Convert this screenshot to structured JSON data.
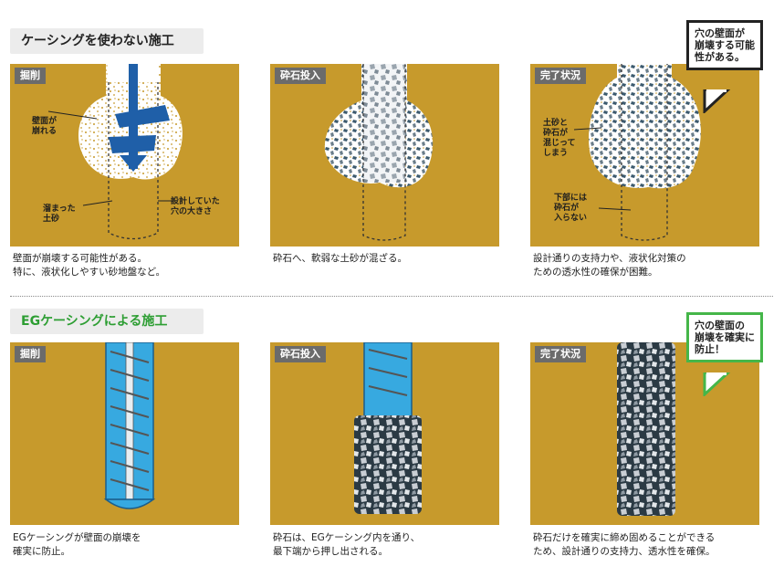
{
  "sections": {
    "without": {
      "title": "ケーシングを使わない施工",
      "callout": "穴の壁面が\n崩壊する可能\n性がある。",
      "panels": [
        {
          "tag": "掘削",
          "caption": "壁面が崩壊する可能性がある。\n特に、液状化しやすい砂地盤など。",
          "labels": {
            "wall": "壁面が\n崩れる",
            "soil": "溜まった\n土砂",
            "design": "設計していた\n穴の大きさ"
          }
        },
        {
          "tag": "砕石投入",
          "caption": "砕石へ、軟弱な土砂が混ざる。"
        },
        {
          "tag": "完了状況",
          "caption": "設計通りの支持力や、液状化対策の\nための透水性の確保が困難。",
          "labels": {
            "mix": "土砂と\n砕石が\n混じって\nしまう",
            "bottom": "下部には\n砕石が\n入らない"
          }
        }
      ]
    },
    "with": {
      "title": "EGケーシングによる施工",
      "callout": "穴の壁面の\n崩壊を確実に\n防止！",
      "panels": [
        {
          "tag": "掘削",
          "caption": "EGケーシングが壁面の崩壊を\n確実に防止。"
        },
        {
          "tag": "砕石投入",
          "caption": "砕石は、EGケーシング内を通り、\n最下端から押し出される。"
        },
        {
          "tag": "完了状況",
          "caption": "砕石だけを確実に締め固めることができる\nため、設計通りの支持力、透水性を確保。"
        }
      ]
    }
  },
  "colors": {
    "soil": "#c79a2c",
    "casing": "#37a9e0",
    "gravel": "#b8bcc4",
    "accent_green": "#45b649"
  }
}
